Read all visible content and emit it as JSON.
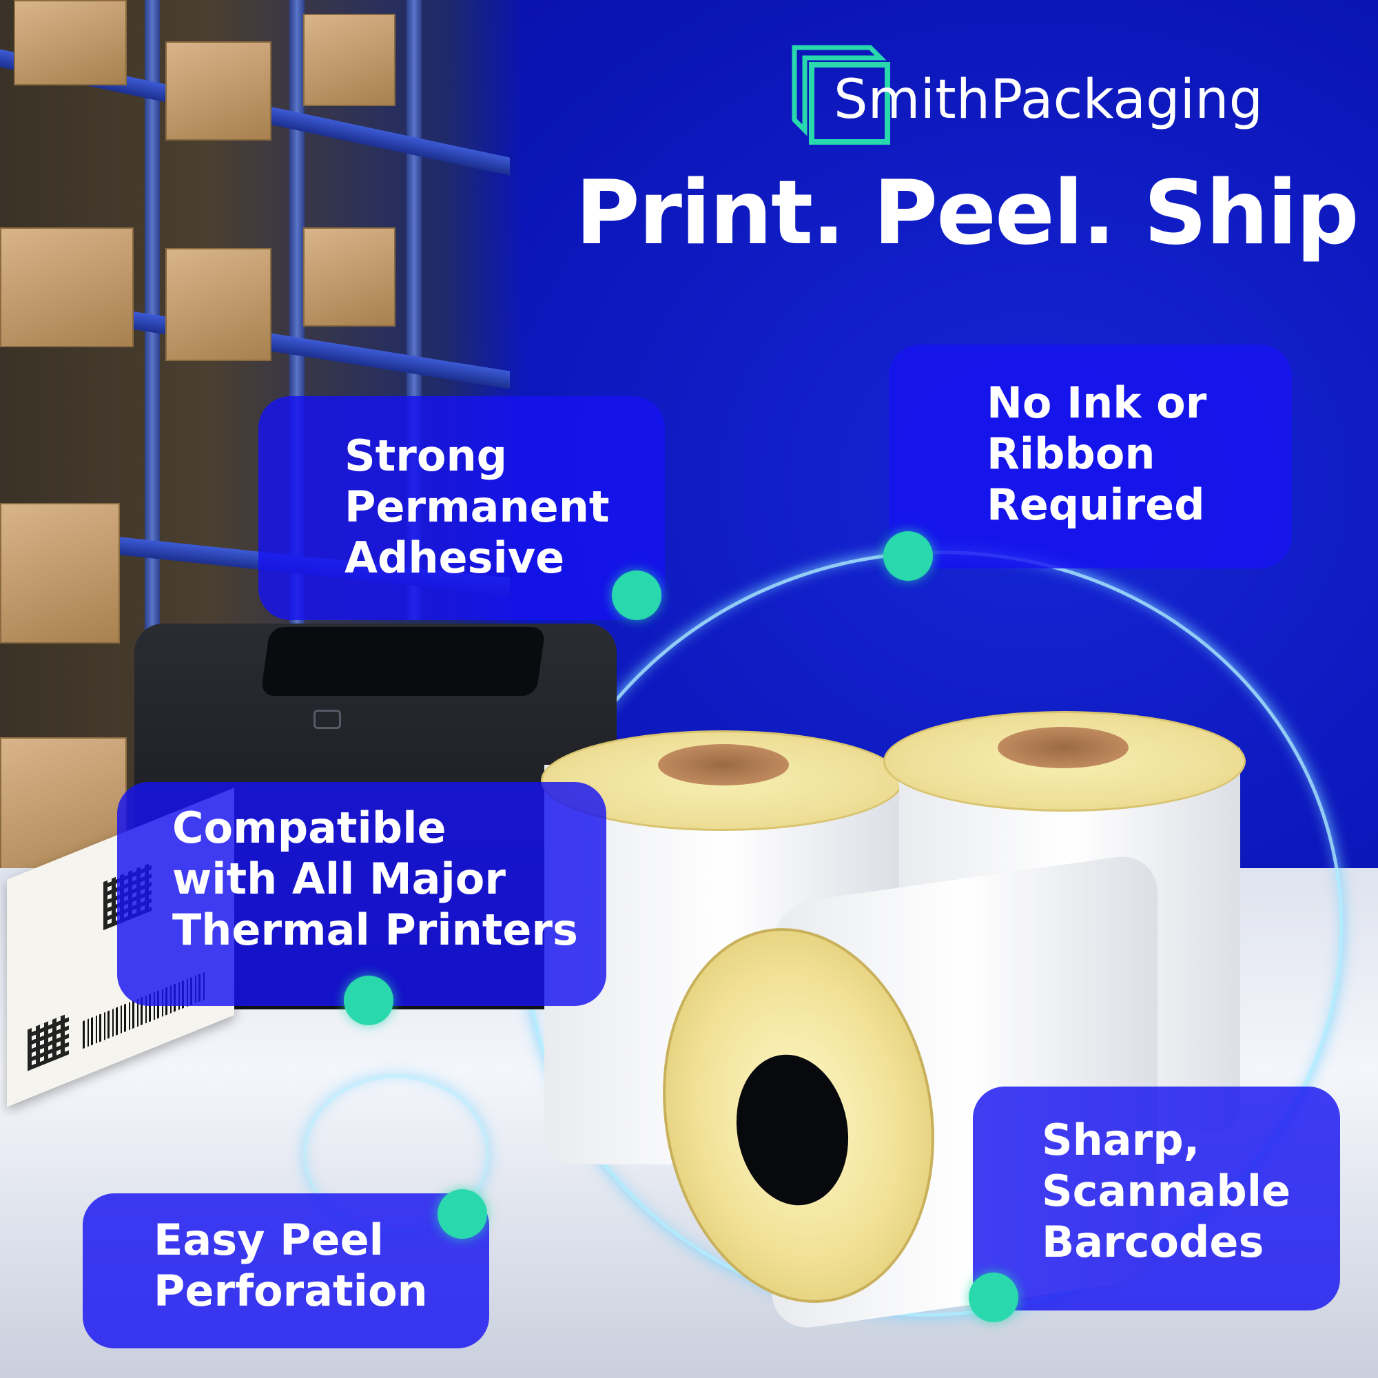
{
  "brand": {
    "name": "SmithPackaging",
    "accent_color": "#2ad8ad",
    "logo_icon": "stacked-squares-logo-icon"
  },
  "headline": "Print. Peel. Ship",
  "features": [
    {
      "text": "Strong\nPermanent\nAdhesive"
    },
    {
      "text": "No Ink or\nRibbon\nRequired"
    },
    {
      "text": "Compatible\nwith All Major\nThermal Printers"
    },
    {
      "text": "Sharp,\nScannable\nBarcodes"
    },
    {
      "text": "Easy Peel\nPerforation"
    }
  ],
  "colors": {
    "background": "#0a14b4",
    "callout_fill": "#1612f0",
    "dot": "#2ad8ad"
  }
}
